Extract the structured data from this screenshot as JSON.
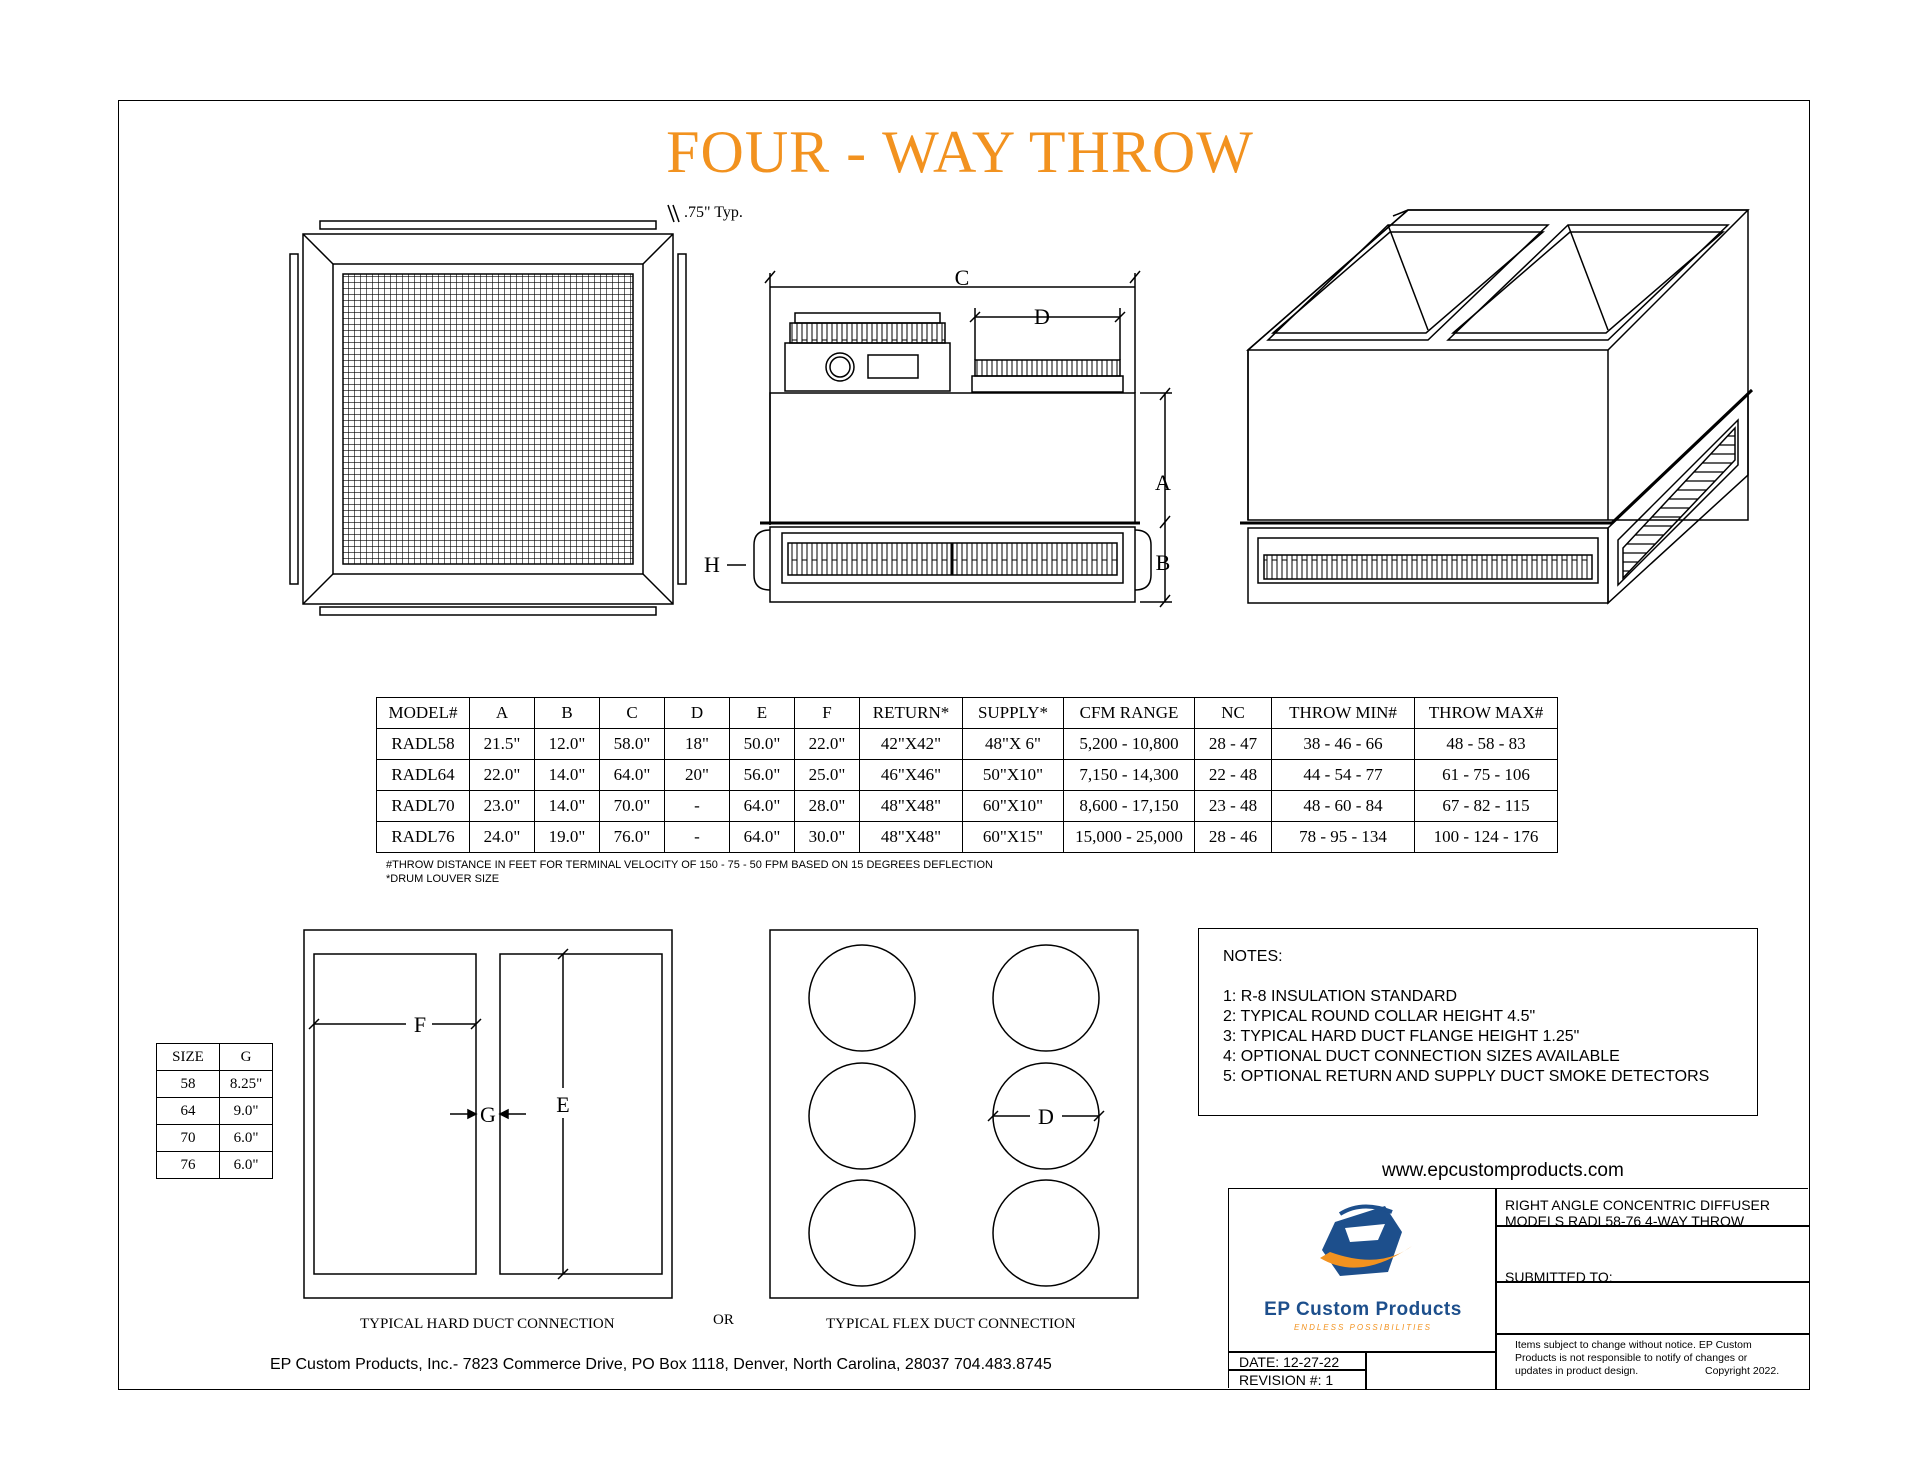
{
  "title": "FOUR - WAY THROW",
  "typ_label": ".75\" Typ.",
  "dims": {
    "A": "A",
    "B": "B",
    "C": "C",
    "D": "D",
    "E": "E",
    "F": "F",
    "G": "G",
    "H": "H"
  },
  "spec_table": {
    "headers": [
      "MODEL#",
      "A",
      "B",
      "C",
      "D",
      "E",
      "F",
      "RETURN*",
      "SUPPLY*",
      "CFM RANGE",
      "NC",
      "THROW MIN#",
      "THROW MAX#"
    ],
    "rows": [
      [
        "RADL58",
        "21.5\"",
        "12.0\"",
        "58.0\"",
        "18\"",
        "50.0\"",
        "22.0\"",
        "42\"X42\"",
        "48\"X 6\"",
        "5,200 - 10,800",
        "28 - 47",
        "38 - 46 - 66",
        "48 - 58 - 83"
      ],
      [
        "RADL64",
        "22.0\"",
        "14.0\"",
        "64.0\"",
        "20\"",
        "56.0\"",
        "25.0\"",
        "46\"X46\"",
        "50\"X10\"",
        "7,150 - 14,300",
        "22 - 48",
        "44 - 54 - 77",
        "61 - 75 - 106"
      ],
      [
        "RADL70",
        "23.0\"",
        "14.0\"",
        "70.0\"",
        "-",
        "64.0\"",
        "28.0\"",
        "48\"X48\"",
        "60\"X10\"",
        "8,600 - 17,150",
        "23 - 48",
        "48 - 60 - 84",
        "67 - 82 - 115"
      ],
      [
        "RADL76",
        "24.0\"",
        "19.0\"",
        "76.0\"",
        "-",
        "64.0\"",
        "30.0\"",
        "48\"X48\"",
        "60\"X15\"",
        "15,000 - 25,000",
        "28 - 46",
        "78 - 95 - 134",
        "100 - 124 - 176"
      ]
    ],
    "footnote1": "#THROW DISTANCE IN FEET FOR TERMINAL VELOCITY OF 150 - 75 - 50 FPM BASED ON 15 DEGREES DEFLECTION",
    "footnote2": "*DRUM LOUVER SIZE"
  },
  "size_table": {
    "headers": [
      "SIZE",
      "G"
    ],
    "rows": [
      [
        "58",
        "8.25\""
      ],
      [
        "64",
        "9.0\""
      ],
      [
        "70",
        "6.0\""
      ],
      [
        "76",
        "6.0\""
      ]
    ]
  },
  "captions": {
    "hard": "TYPICAL HARD DUCT CONNECTION",
    "or": "OR",
    "flex": "TYPICAL FLEX DUCT CONNECTION"
  },
  "notes": {
    "heading": "NOTES:",
    "items": [
      "1: R-8 INSULATION STANDARD",
      "2: TYPICAL ROUND COLLAR HEIGHT 4.5\"",
      "3: TYPICAL HARD DUCT FLANGE HEIGHT 1.25\"",
      "4: OPTIONAL DUCT CONNECTION SIZES AVAILABLE",
      "5: OPTIONAL RETURN AND SUPPLY DUCT SMOKE DETECTORS"
    ]
  },
  "website": "www.epcustomproducts.com",
  "title_block": {
    "product_line1": "RIGHT ANGLE CONCENTRIC DIFFUSER",
    "product_line2": "MODELS  RADL58-76 4-WAY THROW",
    "submitted": "SUBMITTED TO:",
    "disclaimer1": "Items subject to change without notice. EP Custom",
    "disclaimer2": "Products is not responsible to notify of changes or",
    "disclaimer3": "updates in product design.",
    "copyright": "Copyright 2022.",
    "date": "DATE: 12-27-22",
    "revision": "REVISION #:  1",
    "logo_name": "EP Custom Products",
    "logo_tagline": "ENDLESS POSSIBILITIES",
    "brand_blue": "#1d4f8c",
    "brand_orange": "#f2921f"
  },
  "footer": "EP Custom Products, Inc.- 7823 Commerce Drive, PO Box 1118, Denver, North Carolina, 28037    704.483.8745"
}
